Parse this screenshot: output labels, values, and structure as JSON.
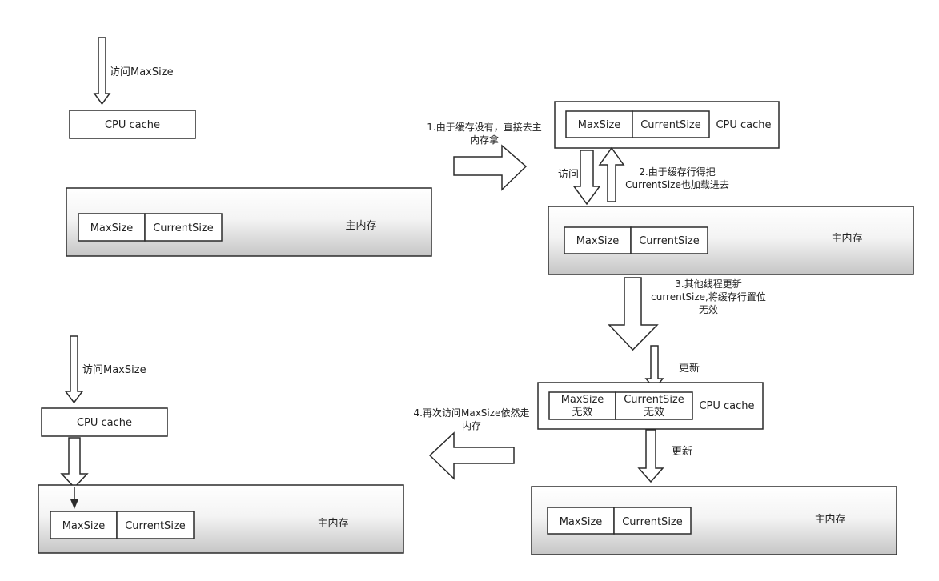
{
  "labels": {
    "cache": "CPU cache",
    "memory": "主内存",
    "max": "MaxSize",
    "current": "CurrentSize",
    "invalid": "无效",
    "access": "访问",
    "access_max": "访问MaxSize",
    "update": "更新"
  },
  "steps": {
    "s1_l1": "1.由于缓存没有，直接去主",
    "s1_l2": "内存拿",
    "s2_l1": "2.由于缓存行得把",
    "s2_l2": "CurrentSize也加载进去",
    "s3_l1": "3.其他线程更新",
    "s3_l2": "currentSize,将缓存行置位",
    "s3_l3": "无效",
    "s4_l1": "4.再次访问MaxSize依然走",
    "s4_l2": "内存"
  },
  "colors": {
    "stroke": "#2b2b2b",
    "memory_top": "#ffffff",
    "memory_bottom": "#c9c9c9",
    "text": "#222222"
  }
}
